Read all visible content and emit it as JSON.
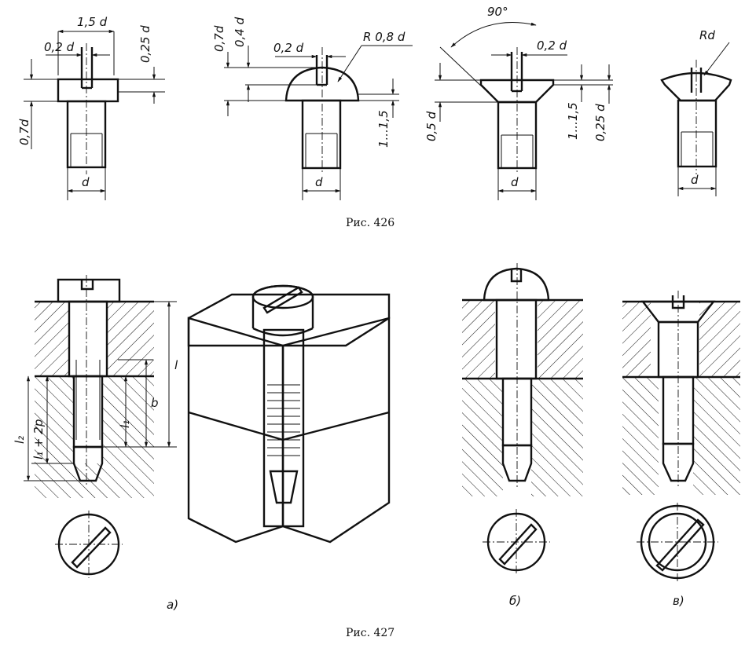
{
  "figure_426": {
    "caption": "Рис. 426",
    "view_1": {
      "d": "d",
      "h1": "1,5 d",
      "slot": "0,2 d",
      "h2": "0,25 d",
      "h3": "0,7d"
    },
    "view_2": {
      "d": "d",
      "h1": "0,7d",
      "h2": "0,4 d",
      "slot": "0,2 d",
      "radius": "R 0,8 d",
      "gap": "1...1,5"
    },
    "view_3": {
      "d": "d",
      "angle": "90°",
      "slot": "0,2 d",
      "h1": "0,5 d",
      "gap": "1...1,5",
      "h2": "0,25 d"
    },
    "view_4": {
      "d": "d",
      "radius": "Rd"
    }
  },
  "figure_427": {
    "caption": "Рис. 427",
    "labels": {
      "l": "l",
      "b": "b",
      "l1": "l₁",
      "l1p": "l₁ + 2p",
      "l2": "l₂"
    },
    "sub_a": "а)",
    "sub_b": "б)",
    "sub_c": "в)"
  }
}
